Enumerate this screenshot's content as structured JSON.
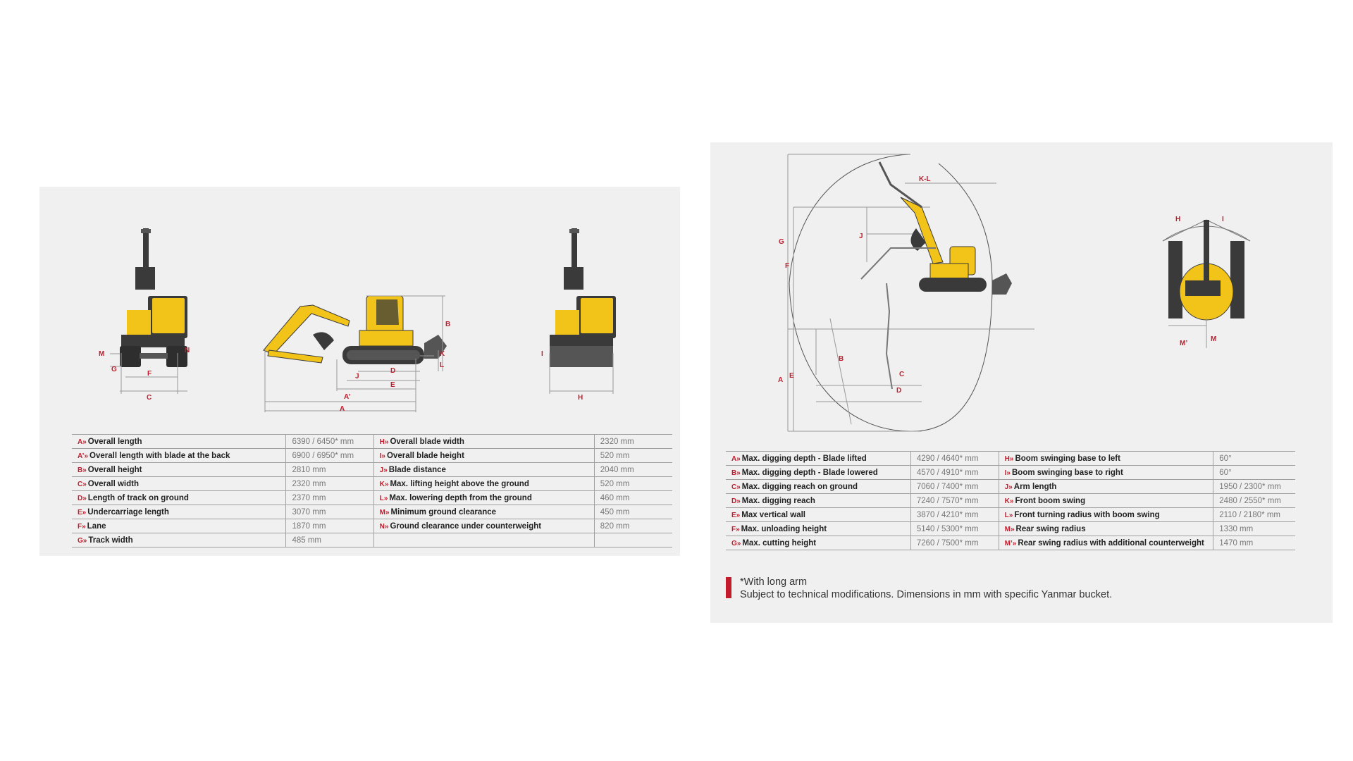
{
  "colors": {
    "panel": "#f0f0f0",
    "accent": "#c21c2c",
    "machine_yellow": "#f2c318",
    "machine_dark": "#3a3a3a"
  },
  "left_panel": {
    "diagram_labels": {
      "M": "M",
      "N": "N",
      "G": "G",
      "F": "F",
      "C": "C",
      "B": "B",
      "K": "K",
      "L": "L",
      "J": "J",
      "D": "D",
      "E": "E",
      "A_prime": "A’",
      "A": "A",
      "I": "I",
      "H": "H"
    },
    "table": [
      {
        "l1": "A»",
        "t1": "Overall length",
        "v1": "6390 / 6450* mm",
        "l2": "H»",
        "t2": "Overall blade width",
        "v2": "2320 mm"
      },
      {
        "l1": "A’»",
        "t1": "Overall length with blade at the back",
        "v1": "6900 / 6950* mm",
        "l2": "I»",
        "t2": "Overall blade height",
        "v2": "520 mm"
      },
      {
        "l1": "B»",
        "t1": "Overall height",
        "v1": "2810 mm",
        "l2": "J»",
        "t2": "Blade distance",
        "v2": "2040 mm"
      },
      {
        "l1": "C»",
        "t1": "Overall width",
        "v1": "2320 mm",
        "l2": "K»",
        "t2": "Max. lifting height above the ground",
        "v2": "520 mm"
      },
      {
        "l1": "D»",
        "t1": "Length of track on ground",
        "v1": "2370 mm",
        "l2": "L»",
        "t2": "Max. lowering depth from the ground",
        "v2": "460 mm"
      },
      {
        "l1": "E»",
        "t1": "Undercarriage length",
        "v1": "3070 mm",
        "l2": "M»",
        "t2": "Minimum ground clearance",
        "v2": "450 mm"
      },
      {
        "l1": "F»",
        "t1": "Lane",
        "v1": "1870 mm",
        "l2": "N»",
        "t2": "Ground clearance under counterweight",
        "v2": "820 mm"
      },
      {
        "l1": "G»",
        "t1": "Track width",
        "v1": "485 mm",
        "l2": "",
        "t2": "",
        "v2": ""
      }
    ]
  },
  "right_panel": {
    "diagram_labels": {
      "KL": "K-L",
      "G": "G",
      "F": "F",
      "J": "J",
      "B": "B",
      "C": "C",
      "D": "D",
      "A": "A",
      "E": "E",
      "H": "H",
      "I": "I",
      "M_prime": "M’",
      "M": "M"
    },
    "table": [
      {
        "l1": "A»",
        "t1": "Max. digging depth - Blade lifted",
        "v1": "4290 / 4640* mm",
        "l2": "H»",
        "t2": "Boom swinging base to left",
        "v2": "60°"
      },
      {
        "l1": "B»",
        "t1": "Max. digging depth - Blade lowered",
        "v1": "4570 / 4910* mm",
        "l2": "I»",
        "t2": "Boom swinging base to right",
        "v2": "60°"
      },
      {
        "l1": "C»",
        "t1": "Max. digging reach on ground",
        "v1": "7060 / 7400* mm",
        "l2": "J»",
        "t2": "Arm length",
        "v2": "1950 / 2300* mm"
      },
      {
        "l1": "D»",
        "t1": "Max. digging reach",
        "v1": "7240 / 7570* mm",
        "l2": "K»",
        "t2": "Front boom swing",
        "v2": "2480 / 2550* mm"
      },
      {
        "l1": "E»",
        "t1": "Max vertical wall",
        "v1": "3870 / 4210* mm",
        "l2": "L»",
        "t2": "Front turning radius with boom swing",
        "v2": "2110 / 2180* mm"
      },
      {
        "l1": "F»",
        "t1": "Max. unloading height",
        "v1": "5140 / 5300* mm",
        "l2": "M»",
        "t2": "Rear swing radius",
        "v2": "1330 mm"
      },
      {
        "l1": "G»",
        "t1": "Max. cutting height",
        "v1": "7260 / 7500* mm",
        "l2": "M’»",
        "t2": "Rear swing radius with additional counterweight",
        "v2": "1470 mm"
      }
    ],
    "note": {
      "line1": "*With long arm",
      "line2": "Subject to technical modifications. Dimensions in mm with specific Yanmar bucket."
    }
  }
}
